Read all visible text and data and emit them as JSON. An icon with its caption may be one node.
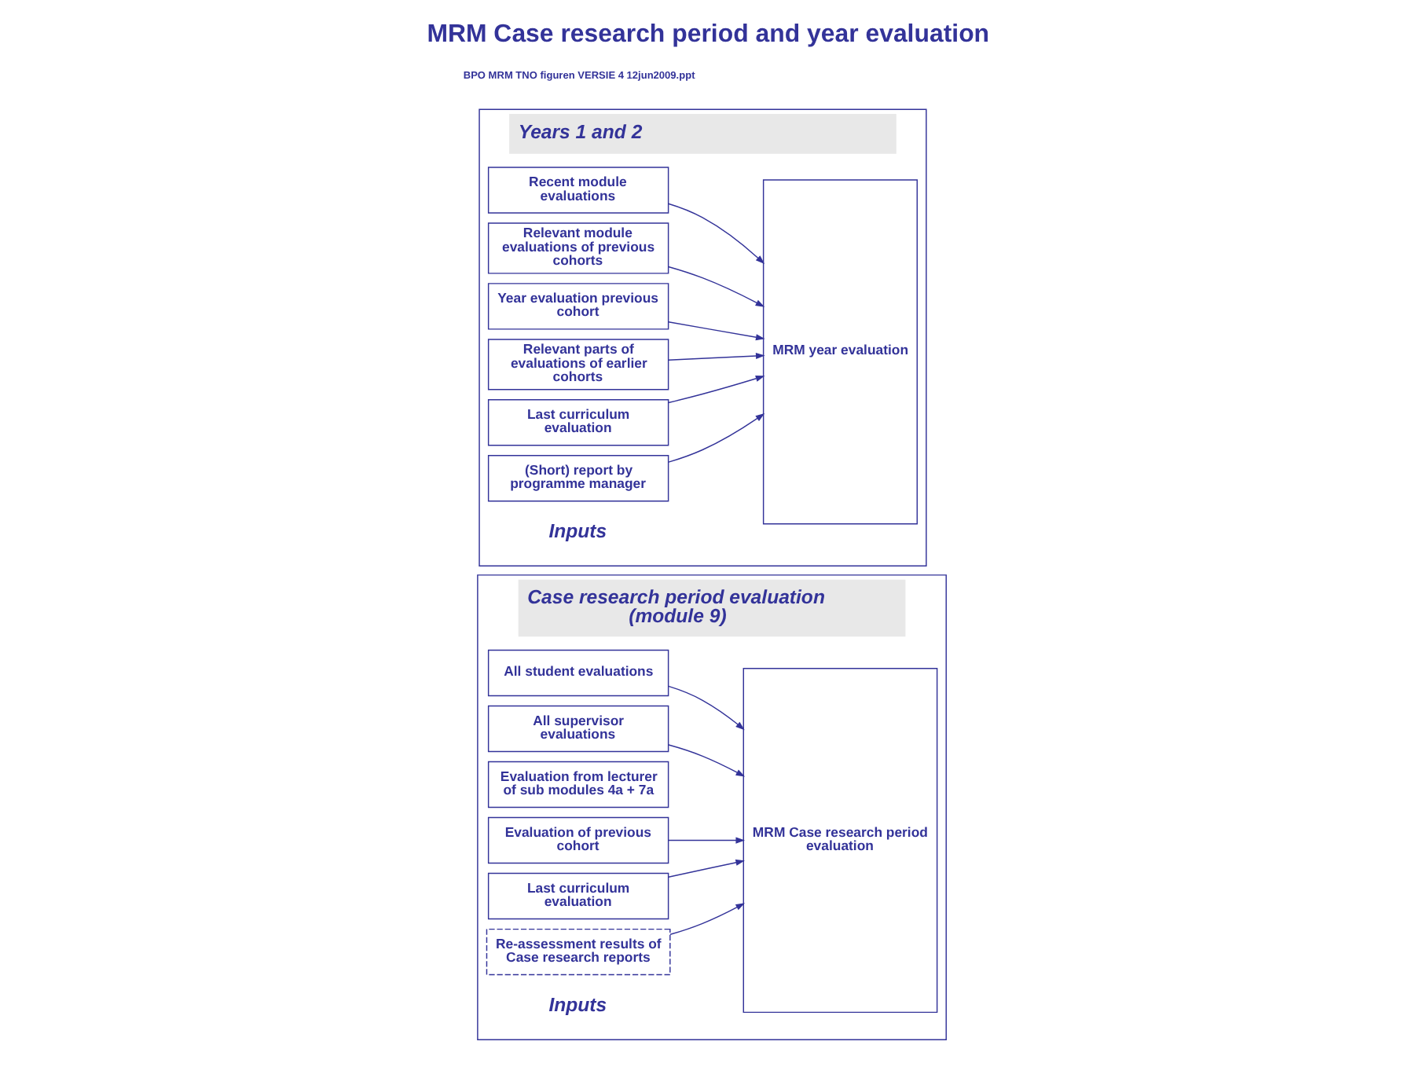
{
  "diagram": {
    "title": "MRM Case research period and year evaluation",
    "nodes": [
      {
        "text": [
          "Case research period evaluation (module 9)",
          "Inputs"
        ]
      },
      {
        "text": [
          "All student evaluations"
        ],
        "in": 0
      },
      {
        "text": [
          "All supervisor evaluations"
        ],
        "in": 0
      },
      {
        "text": [
          "Evaluation from lecturer of sub modules 4a + 7a"
        ],
        "in": 0
      },
      {
        "text": [
          "Evaluation of previous cohort"
        ],
        "in": 0
      },
      {
        "text": [
          "Last curriculum evaluation"
        ],
        "in": 0
      },
      {
        "text": [
          "Re-assessment results of Case research reports"
        ],
        "in": 0
      },
      {
        "text": [
          "MRM Case research period evaluation"
        ],
        "in": 0
      },
      {
        "text": [
          "Years 1 and 2",
          "Inputs"
        ]
      },
      {
        "text": [
          "Recent module evaluations"
        ],
        "in": 8
      },
      {
        "text": [
          "Relevant module evaluations of previous cohorts"
        ],
        "in": 8
      },
      {
        "text": [
          "Year evaluation previous cohort"
        ],
        "in": 8
      },
      {
        "text": [
          "Relevant parts of evaluations of earlier cohorts"
        ],
        "in": 8
      },
      {
        "text": [
          "Last curriculum evaluation"
        ],
        "in": 8
      },
      {
        "text": [
          "(Short) report by programme manager"
        ],
        "in": 8
      },
      {
        "text": [
          "MRM year evaluation"
        ],
        "in": 8
      }
    ],
    "edges": [
      {
        "from": 1,
        "to": 7,
        "arrow": "to"
      },
      {
        "from": 2,
        "to": 7,
        "arrow": "to"
      },
      {
        "from": 4,
        "to": 7,
        "arrow": "to"
      },
      {
        "from": 5,
        "to": 7,
        "arrow": "to"
      },
      {
        "from": 6,
        "to": 7,
        "arrow": "to"
      },
      {
        "from": 9,
        "to": 15,
        "arrow": "to"
      },
      {
        "from": 10,
        "to": 15,
        "arrow": "to"
      },
      {
        "from": 11,
        "to": 15,
        "arrow": "to"
      },
      {
        "from": 12,
        "to": 15,
        "arrow": "to"
      },
      {
        "from": 13,
        "to": 15,
        "arrow": "to"
      },
      {
        "from": 14,
        "to": 15,
        "arrow": "to"
      }
    ],
    "labels": [
      "BPO MRM TNO figuren VERSIE 4 12jun2009.ppt"
    ]
  }
}
